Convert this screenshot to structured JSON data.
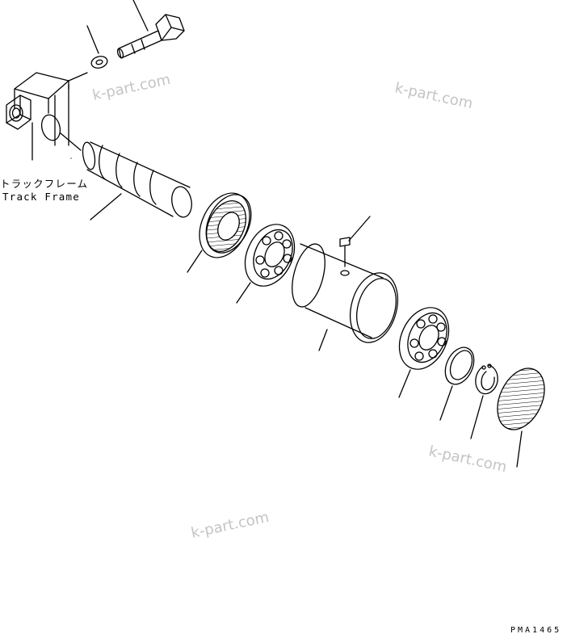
{
  "labels": {
    "track_frame_jp": "トラックフレーム",
    "track_frame_en": "Track Frame"
  },
  "watermarks": [
    "k-part.com",
    "k-part.com",
    "k-part.com",
    "k-part.com"
  ],
  "figure_code": "PMA1465"
}
